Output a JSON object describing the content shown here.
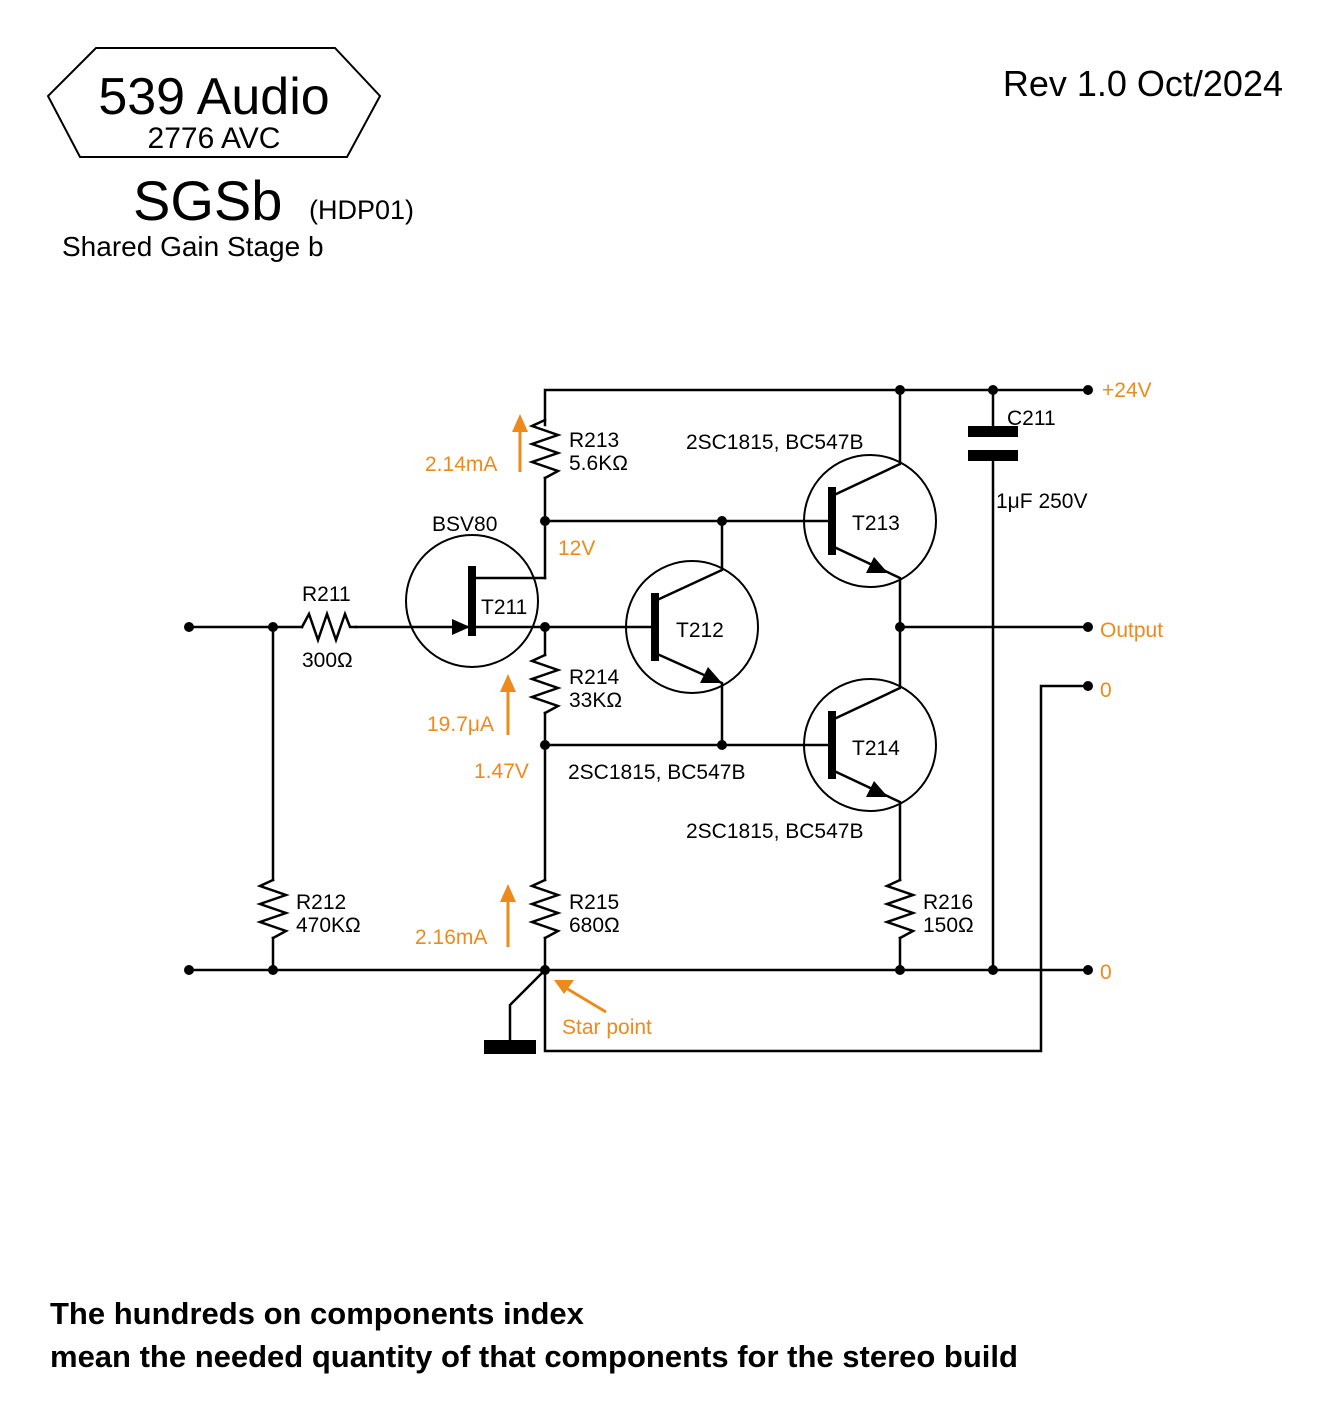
{
  "header": {
    "brand": "539 Audio",
    "brand_sub": "2776 AVC",
    "title": "SGSb",
    "title_code": "(HDP01)",
    "subtitle": "Shared Gain Stage b",
    "revision": "Rev 1.0 Oct/2024"
  },
  "colors": {
    "accent": "#ee8a1b",
    "line": "#000000"
  },
  "components": {
    "r211": {
      "name": "R211",
      "value": "300Ω"
    },
    "r212": {
      "name": "R212",
      "value": "470KΩ"
    },
    "r213": {
      "name": "R213",
      "value": "5.6KΩ"
    },
    "r214": {
      "name": "R214",
      "value": "33KΩ"
    },
    "r215": {
      "name": "R215",
      "value": "680Ω"
    },
    "r216": {
      "name": "R216",
      "value": "150Ω"
    },
    "c211": {
      "name": "C211",
      "value": "1μF 250V"
    },
    "t211": {
      "name": "T211",
      "part": "BSV80"
    },
    "t212": {
      "name": "T212",
      "part": "2SC1815, BC547B"
    },
    "t213": {
      "name": "T213",
      "part": "2SC1815, BC547B"
    },
    "t214": {
      "name": "T214",
      "part": "2SC1815, BC547B"
    }
  },
  "annotations": {
    "i_r213": "2.14mA",
    "v_drain": "12V",
    "i_r214": "19.7μA",
    "v_node": "1.47V",
    "i_r215": "2.16mA",
    "star_point": "Star point"
  },
  "terminals": {
    "supply": "+24V",
    "output": "Output",
    "ground_a": "0",
    "ground_b": "0"
  },
  "footer": {
    "line1": "The hundreds on components index",
    "line2": "mean the needed quantity of that components for the stereo build"
  }
}
